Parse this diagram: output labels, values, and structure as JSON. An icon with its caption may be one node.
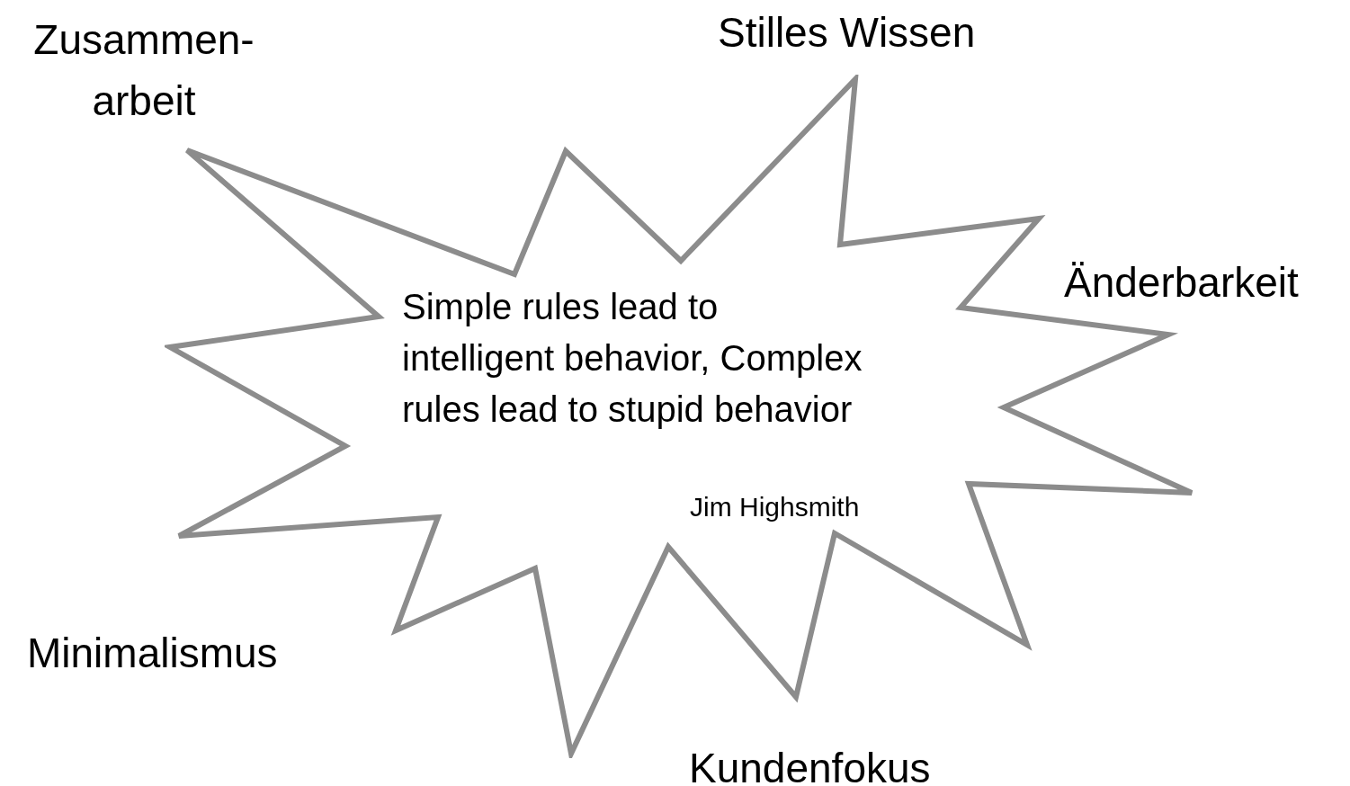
{
  "diagram": {
    "nodes": [
      {
        "text": [
          "Simple rules lead to intelligent behavior, Complex rules lead to stupid behavior",
          "Jim Highsmith"
        ]
      }
    ],
    "labels": [
      "Zusammen- arbeit",
      "Stilles Wissen",
      "Änderbarkeit",
      "Minimalismus",
      "Kundenfokus"
    ]
  }
}
